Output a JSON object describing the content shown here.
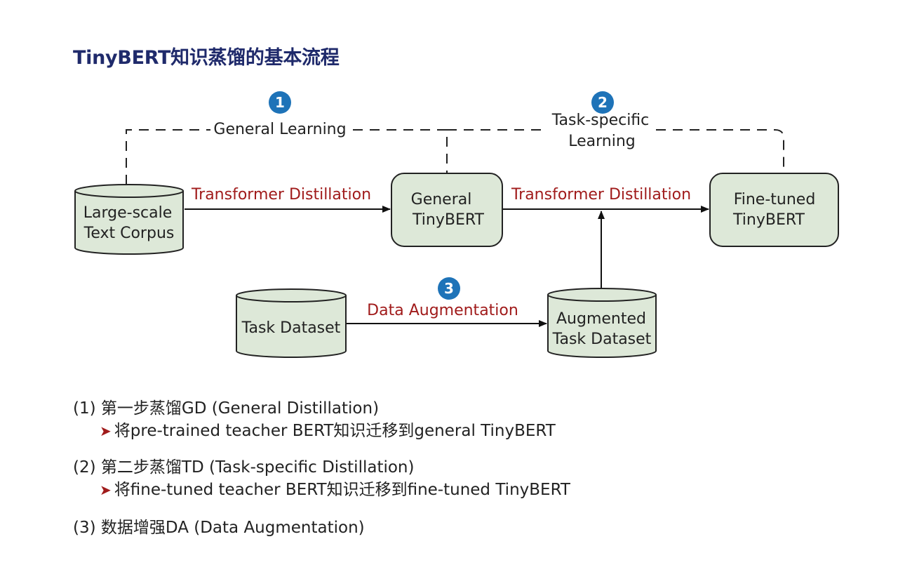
{
  "title": "TinyBERT知识蒸馏的基本流程",
  "steps": {
    "s1": {
      "number": "1",
      "label": "General Learning"
    },
    "s2": {
      "number": "2",
      "label_line1": "Task-specific",
      "label_line2": "Learning"
    },
    "s3": {
      "number": "3"
    }
  },
  "nodes": {
    "corpus": {
      "line1": "Large-scale",
      "line2": "Text Corpus"
    },
    "general": {
      "line1": "General",
      "line2": "TinyBERT"
    },
    "finetuned": {
      "line1": "Fine-tuned",
      "line2": "TinyBERT"
    },
    "task": {
      "line1": "Task Dataset"
    },
    "augmented": {
      "line1": "Augmented",
      "line2": "Task Dataset"
    }
  },
  "edges": {
    "td1": "Transformer Distillation",
    "td2": "Transformer Distillation",
    "da": "Data Augmentation"
  },
  "notes": {
    "n1": "(1) 第一步蒸馏GD (General Distillation)",
    "n1_sub": "将pre-trained teacher BERT知识迁移到general TinyBERT",
    "n2": "(2) 第二步蒸馏TD (Task-specific Distillation)",
    "n2_sub": "将fine-tuned teacher BERT知识迁移到fine-tuned TinyBERT",
    "n3": "(3) 数据增强DA (Data Augmentation)"
  },
  "colors": {
    "title": "#1f2a6b",
    "box_fill": "#dde8d8",
    "edge_label": "#a01b1b",
    "badge": "#1e73b8"
  }
}
